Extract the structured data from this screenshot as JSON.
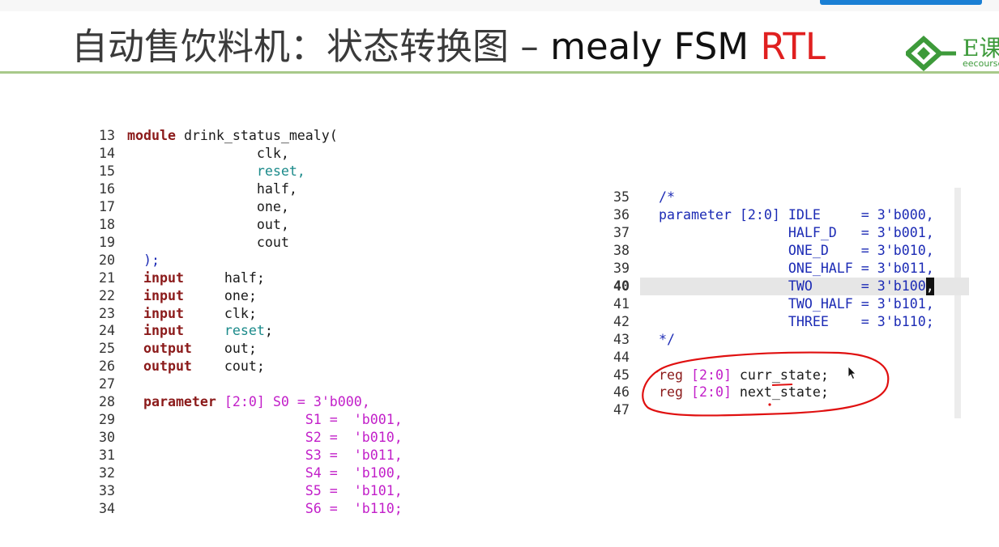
{
  "slide": {
    "title_cn": "自动售饮料机：状态转换图 – ",
    "title_en": "mealy FSM ",
    "title_rtl": "RTL",
    "logo_text": "E课",
    "logo_sub": "eecourse"
  },
  "colors": {
    "keyword": "#8b1a1a",
    "teal": "#1b8a8a",
    "pink": "#c21fc9",
    "blue": "#1c2bb5",
    "title_red": "#e02020",
    "divider": "#a8c98a",
    "annotation_red": "#e01010"
  },
  "left_code": {
    "l13": {
      "n": "13",
      "kw": "module",
      "rest": " drink_status_mealy("
    },
    "l14": {
      "n": "14",
      "text": "clk,"
    },
    "l15": {
      "n": "15",
      "text": "reset,"
    },
    "l16": {
      "n": "16",
      "text": "half,"
    },
    "l17": {
      "n": "17",
      "text": "one,"
    },
    "l18": {
      "n": "18",
      "text": "out,"
    },
    "l19": {
      "n": "19",
      "text": "cout"
    },
    "l20": {
      "n": "20",
      "text": ");"
    },
    "l21": {
      "n": "21",
      "kw": "input",
      "name": "half",
      "semi": ";"
    },
    "l22": {
      "n": "22",
      "kw": "input",
      "name": "one",
      "semi": ";"
    },
    "l23": {
      "n": "23",
      "kw": "input",
      "name": "clk",
      "semi": ";"
    },
    "l24": {
      "n": "24",
      "kw": "input",
      "name": "reset",
      "semi": ";"
    },
    "l25": {
      "n": "25",
      "kw": "output",
      "name": "out",
      "semi": ";"
    },
    "l26": {
      "n": "26",
      "kw": "output",
      "name": "cout",
      "semi": ";"
    },
    "l27": {
      "n": "27"
    },
    "l28": {
      "n": "28",
      "kw": "parameter",
      "range": "[2:0]",
      "name": "S0",
      "eq": " = ",
      "val": "3'b000,"
    },
    "l29": {
      "n": "29",
      "name": "S1",
      "eq": " =  ",
      "val": "'b001,"
    },
    "l30": {
      "n": "30",
      "name": "S2",
      "eq": " =  ",
      "val": "'b010,"
    },
    "l31": {
      "n": "31",
      "name": "S3",
      "eq": " =  ",
      "val": "'b011,"
    },
    "l32": {
      "n": "32",
      "name": "S4",
      "eq": " =  ",
      "val": "'b100,"
    },
    "l33": {
      "n": "33",
      "name": "S5",
      "eq": " =  ",
      "val": "'b101,"
    },
    "l34": {
      "n": "34",
      "name": "S6",
      "eq": " =  ",
      "val": "'b110;"
    }
  },
  "right_code": {
    "l35": {
      "n": "35",
      "text": "/*"
    },
    "l36": {
      "n": "36",
      "text": "parameter [2:0] IDLE     = 3'b000,"
    },
    "l37": {
      "n": "37",
      "text": "HALF_D   = 3'b001,"
    },
    "l38": {
      "n": "38",
      "text": "ONE_D    = 3'b010,"
    },
    "l39": {
      "n": "39",
      "text": "ONE_HALF = 3'b011,"
    },
    "l40": {
      "n": "40",
      "text": "TWO      = 3'b100",
      "cursor": ","
    },
    "l41": {
      "n": "41",
      "text": "TWO_HALF = 3'b101,"
    },
    "l42": {
      "n": "42",
      "text": "THREE    = 3'b110;"
    },
    "l43": {
      "n": "43",
      "text": "*/"
    },
    "l44": {
      "n": "44"
    },
    "l45": {
      "n": "45",
      "kw": "reg",
      "range": "[2:0]",
      "rest": " curr_state;"
    },
    "l46": {
      "n": "46",
      "kw": "reg",
      "range": "[2:0]",
      "rest": " next_state;"
    },
    "l47": {
      "n": "47"
    }
  }
}
